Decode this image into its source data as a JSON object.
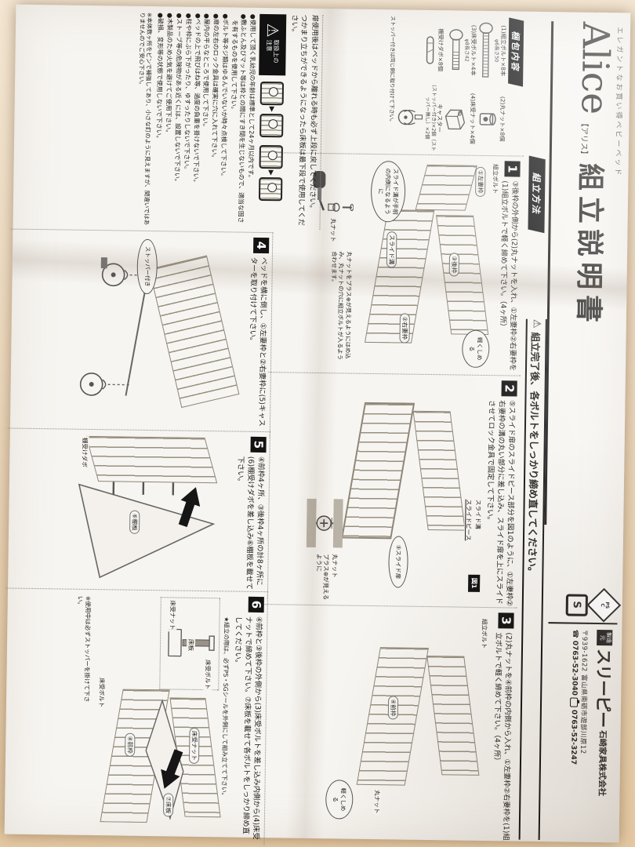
{
  "icons": {
    "warning": "⚠",
    "phone": "☎",
    "down_arrow": "▼"
  },
  "header": {
    "subtitle": "エレガントなお買い得ベビーベッド",
    "title_en": "Alice",
    "title_reading": "【アリス】",
    "title_jp": "組立説明書",
    "retighten_warning": "組立完了後、各ボルトをしっかり締め直してください。"
  },
  "maker": {
    "badge": "製造元",
    "logo": "スリーピー",
    "company": "石崎家具株式会社",
    "postal": "〒939-1622",
    "address": "富山県南砺市遊部川原12",
    "tel": "0763-52-3040",
    "fax": "0763-52-3247",
    "marks": {
      "psc_top": "PS",
      "psc_bottom": "C",
      "sg": "S"
    }
  },
  "package": {
    "badge": "梱包内容",
    "items": [
      {
        "label": "(1)組立ボルト×8本",
        "spec": "φ6長さ50"
      },
      {
        "label": "(2)丸ナット×8個",
        "spec": ""
      },
      {
        "label": "(3)床受ボルト×4本",
        "spec": "φ8長さ42"
      },
      {
        "label": "(4)床受ナット×4個",
        "spec": ""
      },
      {
        "label": "棚受けダボ×8個",
        "spec": ""
      },
      {
        "label": "キャスター",
        "spec": "(ストッパー付き)×2個（ストッパー無し）×2個"
      }
    ],
    "caster_note": "ストッパー付きは同じ側に取り付けて下さい。"
  },
  "assembly": {
    "badge": "組立方法",
    "step1": {
      "num": "1",
      "text": "③後枠の外側から(2)丸ナットを入れ、①左妻枠②右妻枠を(1)組立ボルトで軽く締めて下さい。（4ヶ所）",
      "labels": {
        "bolt": "組立ボルト",
        "nut": "丸ナット",
        "left": "①左妻枠",
        "right": "②右妻枠",
        "back": "③後枠",
        "tight": "軽くしめる",
        "groove": "スライド溝",
        "groove_note": "スライド溝が手前の内側になるように"
      },
      "inset_label": "丸ナット",
      "inset_note": "丸ナットをプラス⊕が見えるようにはめ込み、丸ナットの穴に組立ボルトが入るよう合わせます。"
    },
    "step2": {
      "num": "2",
      "text": "⑤スライド扉のスライドピース部分を図1のように、①左妻枠②右妻枠の溝の丸い部分に差し込み、スライド扉を上にスライドさせてロック金具で固定して下さい。",
      "labels": {
        "fig": "図1",
        "groove": "スライド溝",
        "piece": "スライドピース",
        "door": "⑤スライド扉",
        "inset_nut": "丸ナット",
        "inset_plus": "プラス⊕が見えるように"
      }
    },
    "step3": {
      "num": "3",
      "text": "(2)丸ナットを④前枠の内側から入れ、①左妻枠②右妻枠を(1)組立ボルトで軽く締めて下さい。（4ヶ所）",
      "labels": {
        "bolt": "組立ボルト",
        "nut": "丸ナット",
        "front": "④前枠",
        "tight": "軽くしめる"
      }
    },
    "step4": {
      "num": "4",
      "text": "ベッドを横に倒し、①左妻枠と②右妻枠に(5)キャスターを取り付けて下さい。",
      "labels": {
        "caster": "ストッパー付き"
      }
    },
    "step5": {
      "num": "5",
      "text": "④前枠4ヶ所、③後枠4ヶ所の計8ヶ所に(6)棚受けダボを差し込み⑥棚板を載せて下さい。",
      "labels": {
        "dabo": "棚受けダボ",
        "shelf": "⑥棚板"
      }
    },
    "step6": {
      "num": "6",
      "text": "④前枠と③後枠の外側から(3)床受ボルトを差し込み内側から(4)床受ナットで締めて下さい。⑦床板を載せて各ボルトをしっかり締め直してください。",
      "sg_note": "★組立の際は、必ずPS・SGシールを外側にして組み立てて下さい。",
      "labels": {
        "inset_nut": "床受ナット",
        "inset_board": "床板",
        "inset_bolt": "床受ボルト",
        "nut": "床受ナット",
        "board": "⑦床板",
        "front": "④前枠",
        "bolt": "床受ボルト"
      },
      "stopper_note": "※使用中は必ずストッパーを掛けて下さい。"
    }
  },
  "safety": {
    "top_notes": [
      "扉使用後はベッドから離れる時も必ず上段に戻してください。",
      "つかまり立ちができるようになったら床板は最下段で使用してください。"
    ],
    "badge": "取扱上の注意",
    "bullets": [
      "●使用して頂く乳幼児の年齢は標準として24ヶ月以内です。",
      "●敷ふとん及びマット等は枠との間にすき間を生じないもので、適当な固さを有するものを使用して下さい。",
      "●ボルト等ネジ類はゆるんでいないか時々点検して下さい。",
      "●扉の左右のロック金具は確実に穴に入れて下さい。",
      "●屋内の平らなところで使用して下さい。",
      "●ベッドの上で飛びはね等、過度の負重を掛けないで下さい。",
      "●柱や枠にぶら下がったり、ゆすったりしないで下さい。",
      "●ストーブ等の危険物がある近くには、設置しないで下さい。",
      "●木製品のため火気を避けてご使用下さい。",
      "●破損、変形等の状態で使用しないで下さい。"
    ],
    "pin_note": "※本体数ヶ所をピンで補強してあり、小さな釘のように見えますが、間違いではありませんのでご安心下さい。"
  }
}
